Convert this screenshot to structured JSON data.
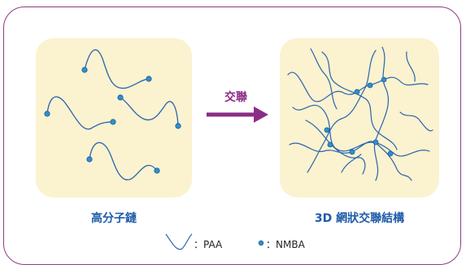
{
  "labels": {
    "left_title": "高分子鏈",
    "right_title": "3D 網狀交聯結構",
    "arrow_label": "交聯"
  },
  "legend": {
    "paa_label": "：PAA",
    "nmba_label": "：NMBA"
  },
  "colors": {
    "frame": "#8e3a8a",
    "panel": "#fbf2cf",
    "chain": "#2a63b0",
    "dot": "#2e8fcf",
    "arrow": "#8b2d86",
    "title": "#1f5ba8"
  }
}
